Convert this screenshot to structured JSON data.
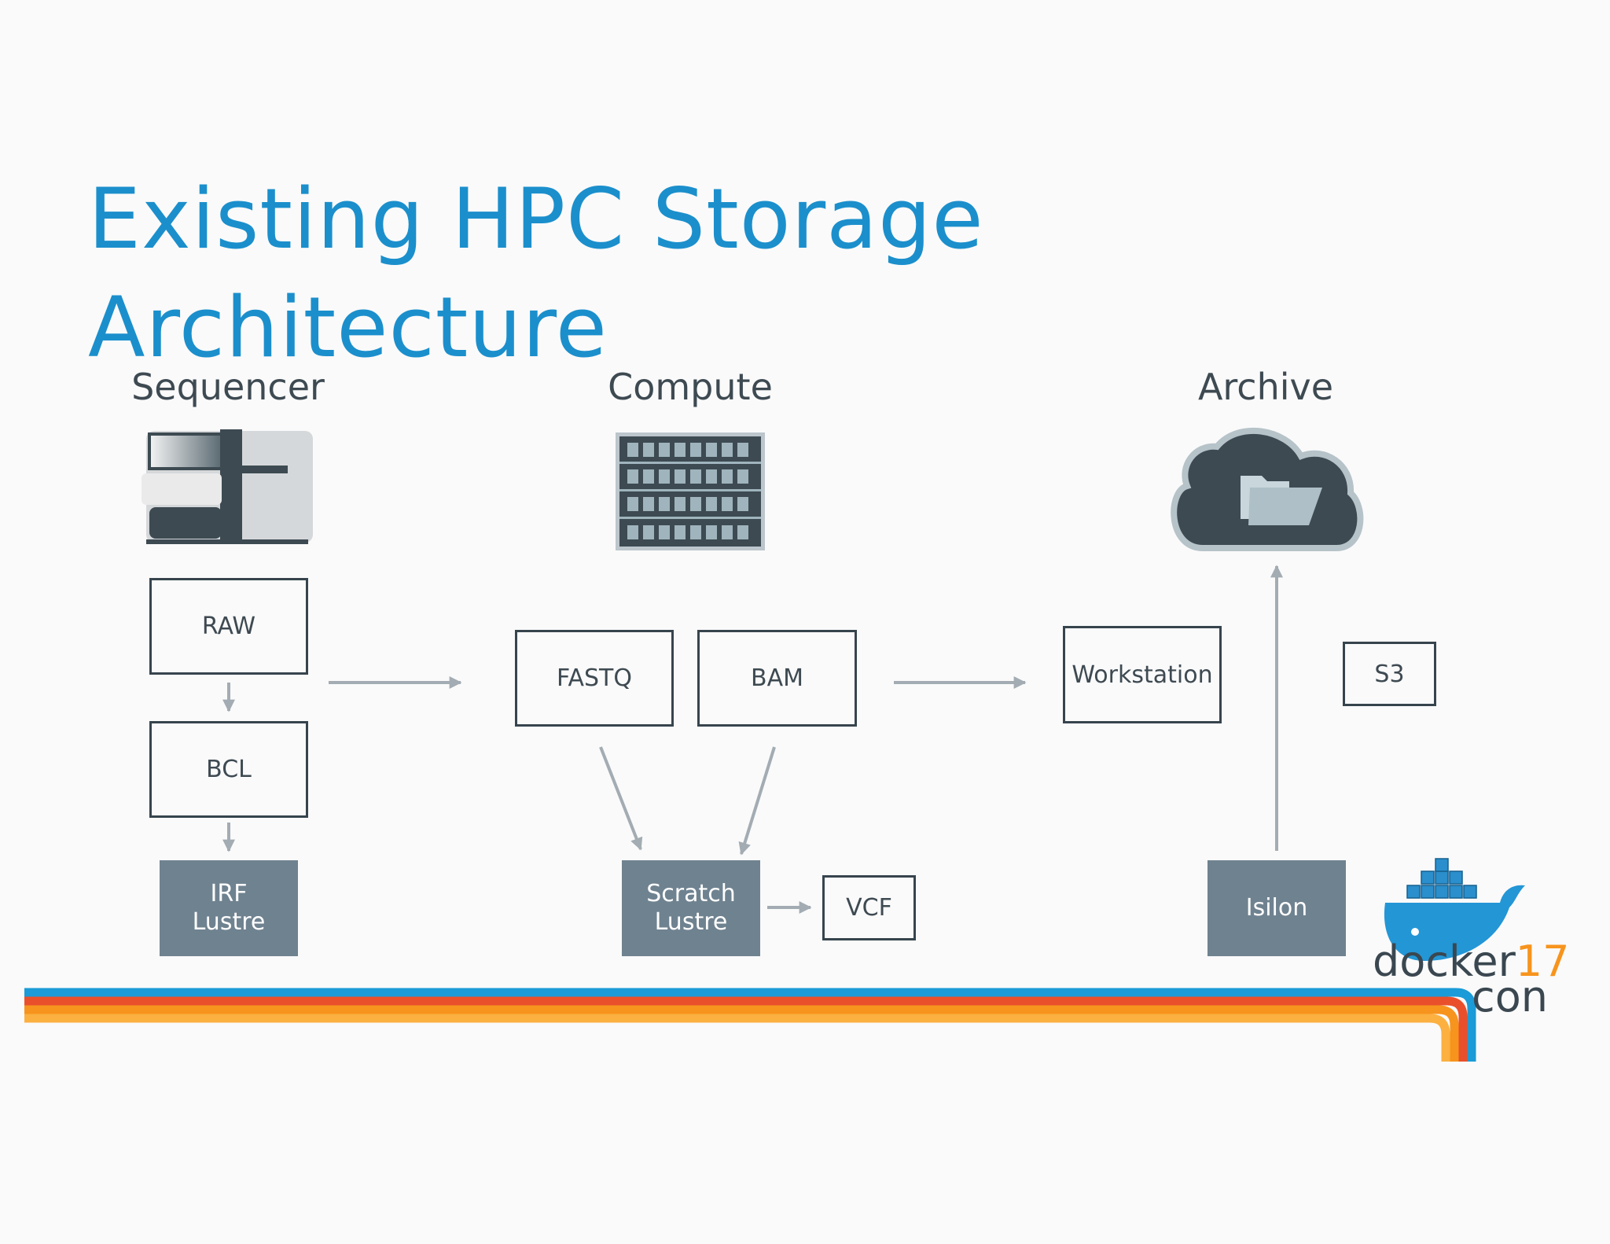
{
  "title": {
    "line1": "Existing HPC Storage",
    "line2": "Architecture"
  },
  "sections": {
    "sequencer": "Sequencer",
    "compute": "Compute",
    "archive": "Archive"
  },
  "boxes": {
    "raw": "RAW",
    "bcl": "BCL",
    "fastq": "FASTQ",
    "bam": "BAM",
    "workstation": "Workstation",
    "s3": "S3",
    "vcf": "VCF"
  },
  "storage": {
    "irf": {
      "line1": "IRF",
      "line2": "Lustre"
    },
    "scratch": {
      "line1": "Scratch",
      "line2": "Lustre"
    },
    "isilon": "Isilon"
  },
  "logo": {
    "word": "docker",
    "number": "17",
    "suffix": "con"
  },
  "colors": {
    "title": "#1b8fcc",
    "box_border": "#36444d",
    "storage_fill": "#6f8290",
    "arrow": "#a3acb3",
    "stripe_blue": "#1b9bd7",
    "stripe_red": "#ea4f2b",
    "stripe_orange": "#f7941d"
  }
}
